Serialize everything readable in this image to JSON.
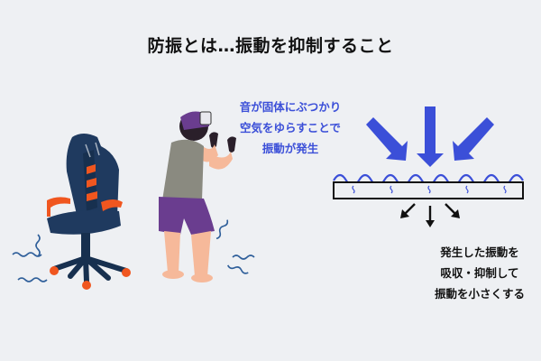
{
  "title": "防振とは…振動を抑制すること",
  "cause_note": {
    "lines": [
      "音が固体にぶつかり",
      "空気をゆらすことで",
      "振動が発生"
    ],
    "color": "#3b4fd8"
  },
  "effect_note": {
    "lines": [
      "発生した振動を",
      "吸収・抑制して",
      "振動を小さくする"
    ],
    "color": "#111111"
  },
  "colors": {
    "background": "#eef0f3",
    "arrow_blue": "#3b4fd8",
    "wave_blue": "#3b4fd8",
    "chair_navy": "#1f3a5f",
    "chair_orange": "#f0561f",
    "shirt_gray": "#8a8a80",
    "shorts_purple": "#6a3d8f",
    "skin": "#f6b99a",
    "vibration_lines": "#2f5f9a"
  },
  "illustrations": {
    "left": "gaming-chair-vibrating",
    "middle": "person-with-vr-headset-vibrating",
    "right": "damping-material-diagram"
  }
}
